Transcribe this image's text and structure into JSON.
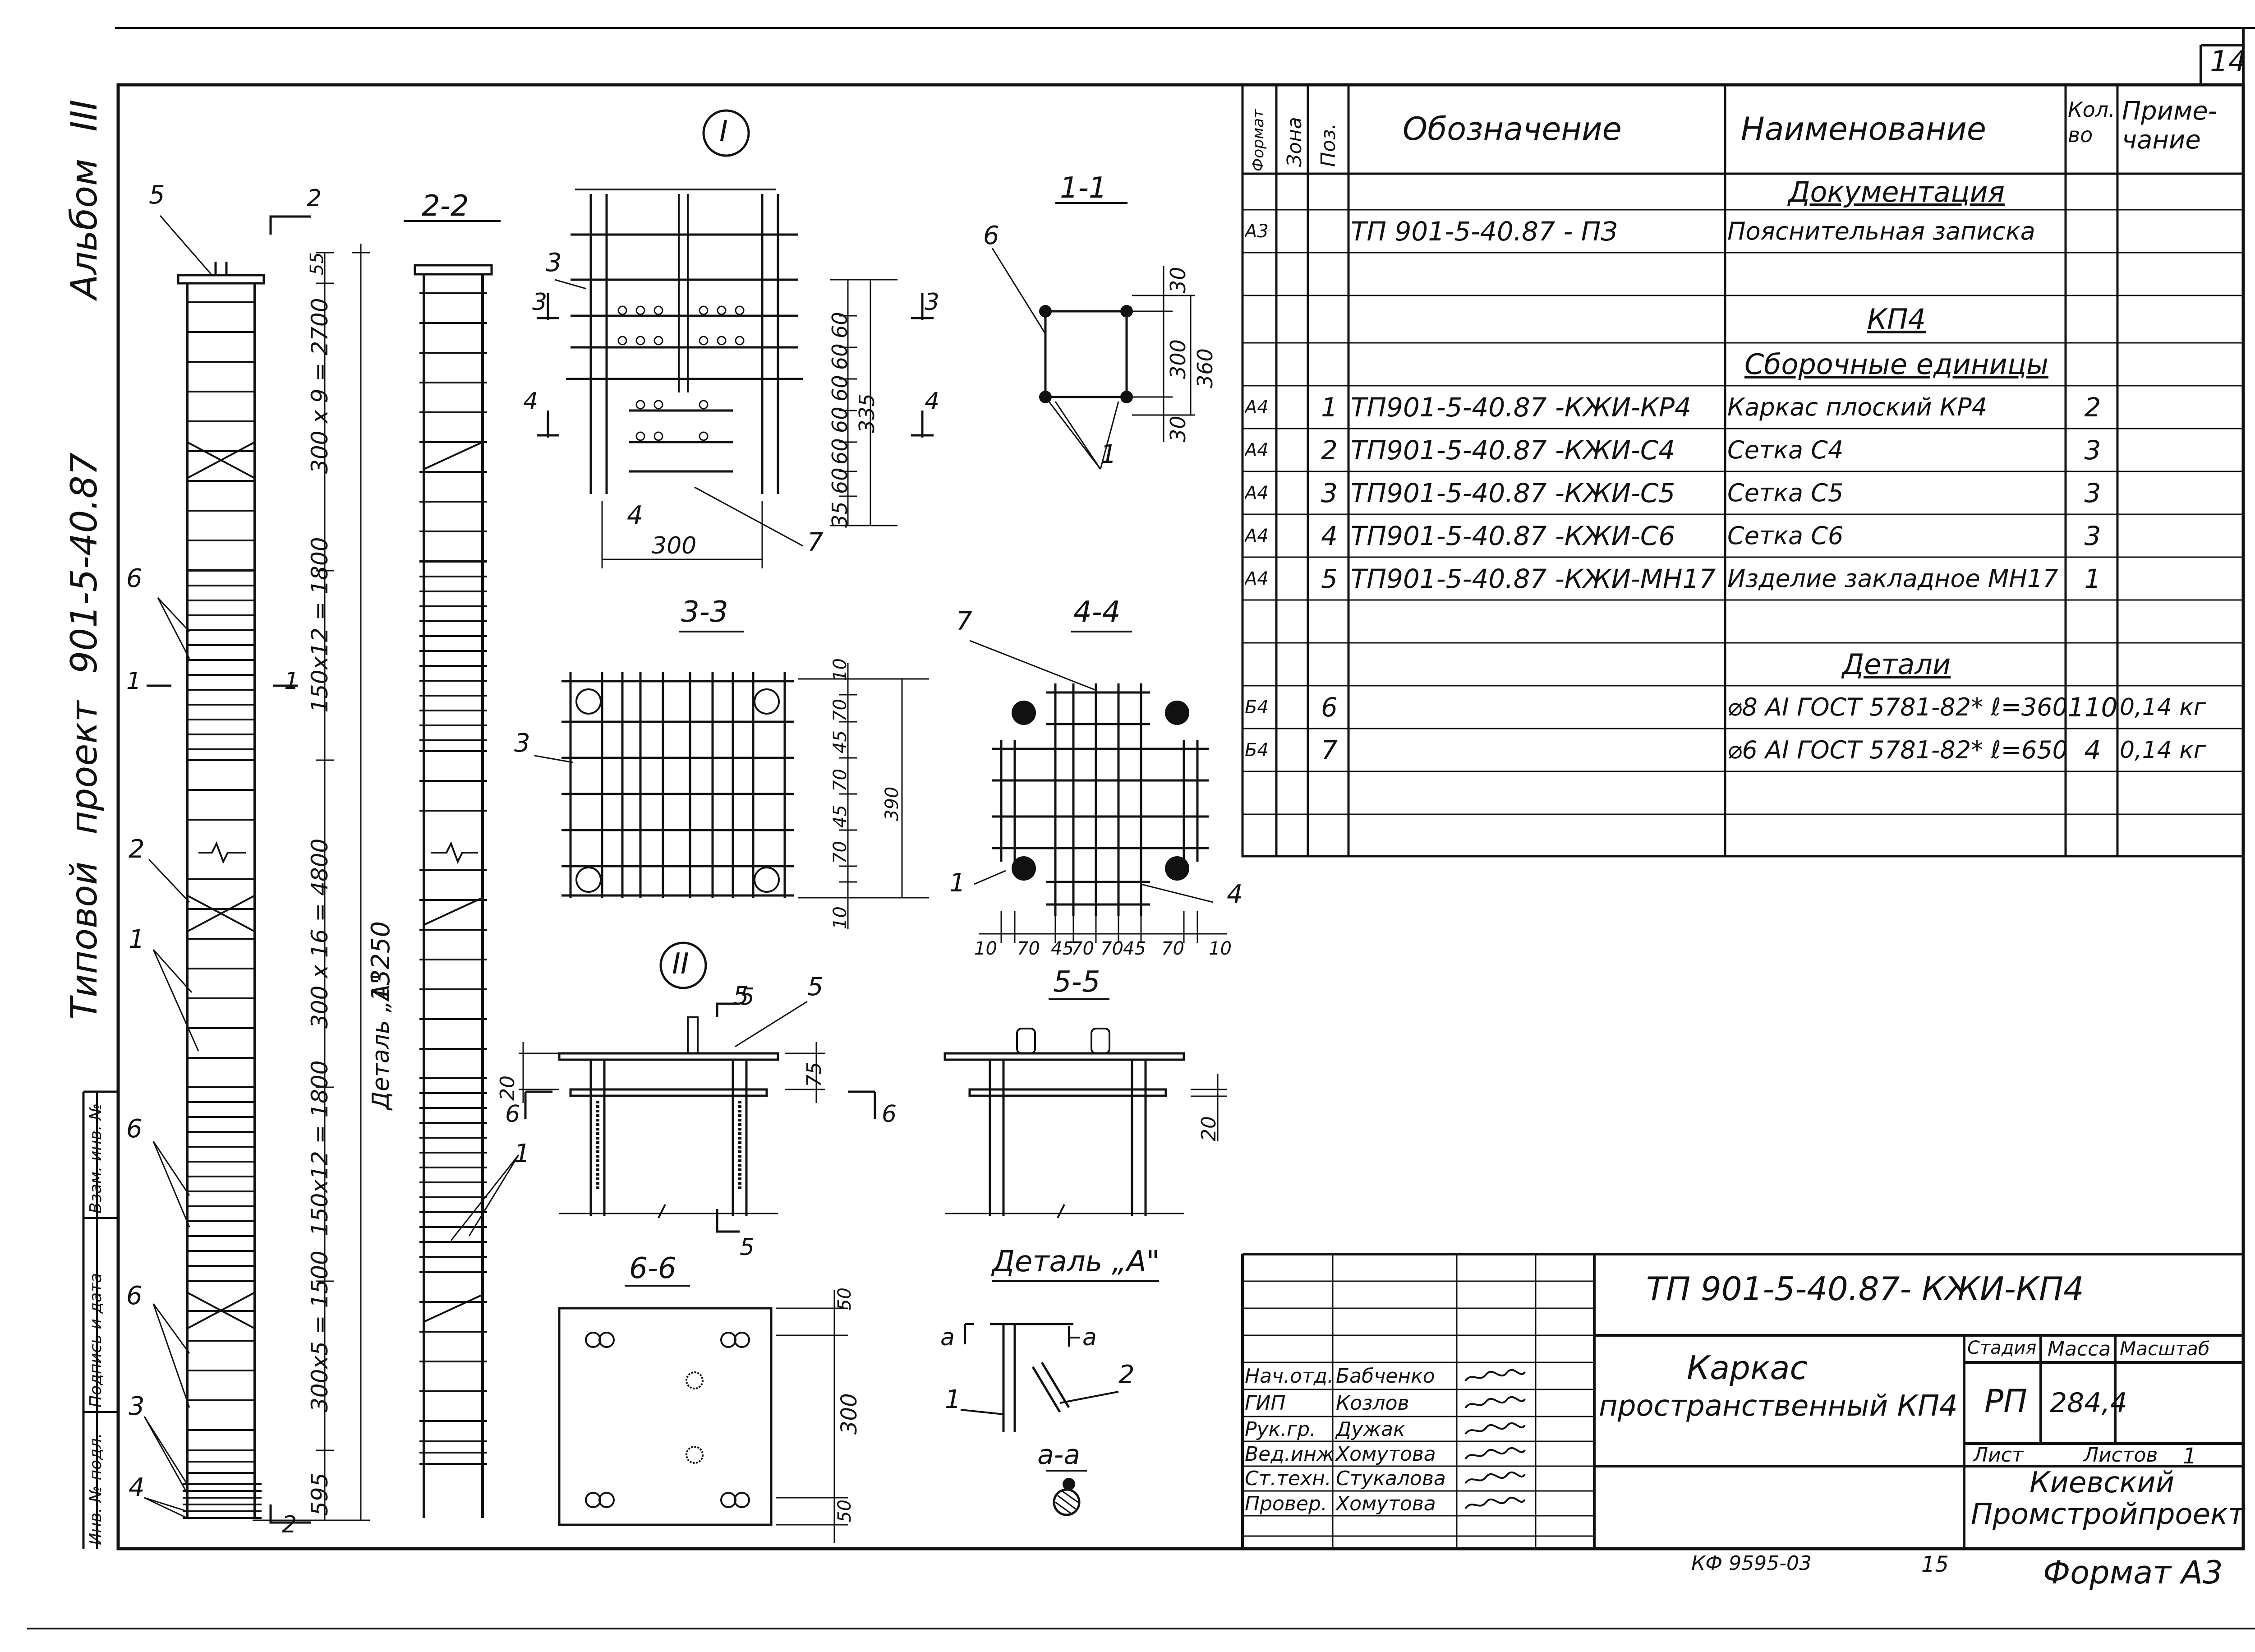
{
  "sheet": {
    "number": "14",
    "left_title_parts": [
      "Типовой",
      "проект",
      "901-5-40.87",
      "Альбом",
      "III"
    ],
    "side_stamp": [
      "Инв. № подл.",
      "Подпись и дата",
      "Взам. инв. №"
    ],
    "bottom_code": "КФ 9595-03",
    "bottom_number": "15",
    "format": "Формат А3"
  },
  "spec": {
    "headers": {
      "format": "Формат",
      "zone": "Зона",
      "pos": "Поз.",
      "designation": "Обозначение",
      "name": "Наименование",
      "qty": "Кол. во",
      "note": "Приме- чание"
    },
    "rows": [
      {
        "format": "",
        "pos": "",
        "designation": "",
        "name": "Документация",
        "qty": "",
        "note": "",
        "heading": true
      },
      {
        "format": "А3",
        "pos": "",
        "designation": "ТП 901-5-40.87 - ПЗ",
        "name": "Пояснительная записка",
        "qty": "",
        "note": ""
      },
      {
        "format": "",
        "pos": "",
        "designation": "",
        "name": "",
        "qty": "",
        "note": ""
      },
      {
        "format": "",
        "pos": "",
        "designation": "",
        "name": "КП4",
        "qty": "",
        "note": "",
        "heading": true
      },
      {
        "format": "",
        "pos": "",
        "designation": "",
        "name": "Сборочные единицы",
        "qty": "",
        "note": "",
        "heading": true
      },
      {
        "format": "А4",
        "pos": "1",
        "designation": "ТП901-5-40.87 -КЖИ-КР4",
        "name": "Каркас плоский КР4",
        "qty": "2",
        "note": ""
      },
      {
        "format": "А4",
        "pos": "2",
        "designation": "ТП901-5-40.87 -КЖИ-С4",
        "name": "Сетка С4",
        "qty": "3",
        "note": ""
      },
      {
        "format": "А4",
        "pos": "3",
        "designation": "ТП901-5-40.87 -КЖИ-С5",
        "name": "Сетка С5",
        "qty": "3",
        "note": ""
      },
      {
        "format": "А4",
        "pos": "4",
        "designation": "ТП901-5-40.87 -КЖИ-С6",
        "name": "Сетка С6",
        "qty": "3",
        "note": ""
      },
      {
        "format": "А4",
        "pos": "5",
        "designation": "ТП901-5-40.87 -КЖИ-МН17",
        "name": "Изделие закладное МН17",
        "qty": "1",
        "note": ""
      },
      {
        "format": "",
        "pos": "",
        "designation": "",
        "name": "",
        "qty": "",
        "note": ""
      },
      {
        "format": "",
        "pos": "",
        "designation": "",
        "name": "Детали",
        "qty": "",
        "note": "",
        "heading": true
      },
      {
        "format": "Б4",
        "pos": "6",
        "designation": "",
        "name": "⌀8 АI ГОСТ 5781-82* ℓ=360",
        "qty": "110",
        "note": "0,14 кг"
      },
      {
        "format": "Б4",
        "pos": "7",
        "designation": "",
        "name": "⌀6 АI ГОСТ 5781-82* ℓ=650",
        "qty": "4",
        "note": "0,14 кг"
      },
      {
        "format": "",
        "pos": "",
        "designation": "",
        "name": "",
        "qty": "",
        "note": ""
      }
    ]
  },
  "title_block": {
    "code": "ТП 901-5-40.87- КЖИ-КП4",
    "title": [
      "Каркас",
      "пространственный КП4"
    ],
    "stage_label": "Стадия",
    "mass_label": "Масса",
    "scale_label": "Масштаб",
    "stage": "РП",
    "mass": "284,4",
    "sheet_label": "Лист",
    "sheets_label": "Листов",
    "sheets": "1",
    "org": [
      "Киевский",
      "Промстройпроект"
    ],
    "people": [
      {
        "role": "Нач.отд.",
        "name": "Бабченко"
      },
      {
        "role": "ГИП",
        "name": "Козлов"
      },
      {
        "role": "Рук.гр.",
        "name": "Дужак"
      },
      {
        "role": "Вед.инж.",
        "name": "Хомутова"
      },
      {
        "role": "Ст.техн.",
        "name": "Стукалова"
      },
      {
        "role": "Провер.",
        "name": "Хомутова"
      }
    ]
  },
  "drawing": {
    "node_I": "I",
    "node_II": "II",
    "sec_1_1": "1-1",
    "sec_2_2": "2-2",
    "sec_3_3": "3-3",
    "sec_4_4": "4-4",
    "sec_5_5": "5-5",
    "sec_6_6": "6-6",
    "sec_a_a": "а-а",
    "detail_A": "Деталь „А\"",
    "detail_A_vertical": "Деталь „А\"",
    "dims_col": [
      "55",
      "300 x 9 = 2700",
      "150x12 = 1800",
      "300 x 16 = 4800",
      "150x12 = 1800",
      "300x5 = 1500",
      "595"
    ],
    "dim_total": "13250",
    "dims_node1": [
      "60",
      "60",
      "60",
      "60",
      "60",
      "60",
      "335",
      "35",
      "300"
    ],
    "dims_1_1": [
      "30",
      "300",
      "30",
      "360"
    ],
    "dims_3_3": [
      "10",
      "70",
      "45",
      "70",
      "45",
      "70",
      "10",
      "390"
    ],
    "dims_4_4": [
      "10",
      "70",
      "45",
      "70",
      "70",
      "45",
      "70",
      "10"
    ],
    "dims_II": [
      "20",
      "75"
    ],
    "dims_5_5": [
      "20"
    ],
    "dims_6_6": [
      "50",
      "300",
      "50"
    ],
    "pos_labels": [
      "1",
      "2",
      "3",
      "4",
      "5",
      "6",
      "7"
    ],
    "cut_labels": [
      "1",
      "2",
      "3",
      "4",
      "5",
      "6",
      "а"
    ]
  }
}
